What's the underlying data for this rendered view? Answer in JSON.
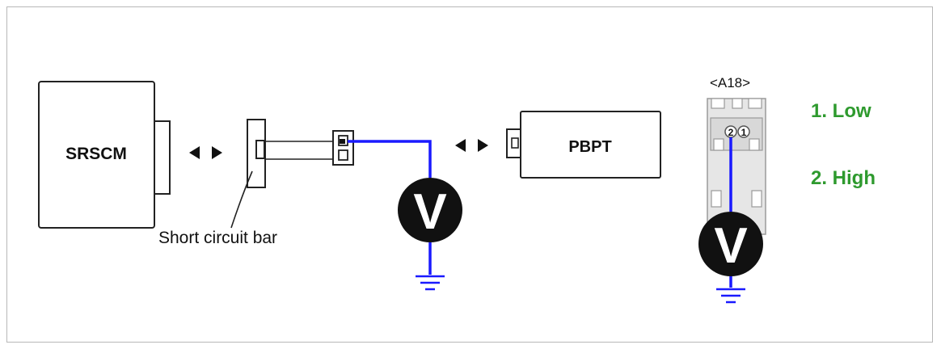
{
  "modules": {
    "srscm": "SRSCM",
    "pbpt": "PBPT"
  },
  "short_circuit_bar_label": "Short circuit bar",
  "connector_id": "<A18>",
  "pin_numbers": [
    "2",
    "1"
  ],
  "voltmeter_symbol": "V",
  "steps": [
    "1. Low",
    "2. High"
  ],
  "colors": {
    "wire": "#1a1aff",
    "step_text": "#2e9a2e",
    "module_border": "#222222",
    "connector_fill": "#e6e6e6"
  }
}
